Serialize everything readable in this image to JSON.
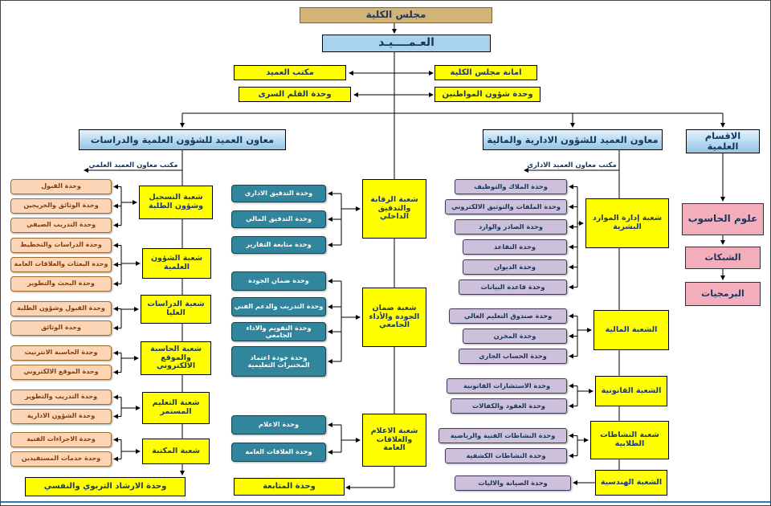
{
  "page": {
    "council": "مجلس الكلية",
    "dean": "العـمــــيـد",
    "dean_office": "مكتب العميد",
    "council_secretariat": "امانة مجلس الكلية",
    "confidential_registry": "وحدة القلم السرى",
    "citizens_affairs": "وحدة شؤون المواطنين",
    "scientific_assistant": "معاون العميد للشؤون العلمية والدراسات",
    "admin_assistant": "معاون العميد للشؤون الادارية والمالية",
    "departments_header": "الاقسام العلمية",
    "scientific_office_label": "مكتب معاون العميد العلمي",
    "admin_office_label": "مكتب معاون العميد الاداري"
  },
  "scientific": {
    "divisions": [
      "شعبة التسجيل وشؤون الطلبة",
      "شعبة الشؤون العلمية",
      "شعبة الدراسات العليا",
      "شعبة الحاسبة والموقع الالكتروني",
      "شعبة التعليم المستمر",
      "شعبة المكتبة"
    ],
    "units": [
      "وحدة القبول",
      "وحدة الوثائق والخريجين",
      "وحدة التدريب الصيفي",
      "وحدة الدراسات والتخطيط",
      "وحدة البعثات والعلاقات العامة",
      "وحدة البحث والتطوير",
      "وحدة القبول وشؤون الطلبة",
      "وحدة الوثائق",
      "وحدة الحاسبة الانترنيت",
      "وحدة الموقع الالكتروني",
      "وحدة التدريب والتطوير",
      "وحدة الشؤون الادارية",
      "وحدة الاجراءات الفنية",
      "وحدة خدمات المستفيدين"
    ],
    "guidance_unit": "وحدة الارشاد التربوي والنفسي"
  },
  "central": {
    "divisions": [
      "شعبة الرقابة والتدقيق الداخلي",
      "شعبة ضمان الجودة والأداء الجامعي",
      "شعبة الاعلام والعلاقات العامة"
    ],
    "units": [
      "وحدة التدقيق الاداري",
      "وحدة التدقيق المالي",
      "وحدة متابعة التقارير",
      "وحدة ضمان الجودة",
      "وحدة التدريب والدعم الفني",
      "وحدة التقويم والاداء الجامعي",
      "وحدة جودة اعتماد المختبرات التعليمية",
      "وحدة الاعلام",
      "وحدة العلاقات العامة"
    ],
    "follow_up_unit": "وحدة المتابعة"
  },
  "administrative": {
    "divisions": [
      "شعبة إدارة الموارد البشرية",
      "الشعبة المالية",
      "الشعبة القانونية",
      "شعبة النشاطات الطلابية",
      "الشعبة الهندسية"
    ],
    "units": [
      "وحدة الملاك والتوظيف",
      "وحدة الملفات والتوثيق الالكتروني",
      "وحدة الصادر والوارد",
      "وحدة التقاعد",
      "وحدة الديوان",
      "وحدة قاعدة البيانات",
      "وحدة صندوق التعليم العالي",
      "وحدة المخزن",
      "وحدة الحساب الجاري",
      "وحدة الاستشارات القانونية",
      "وحدة العقود والكفالات",
      "وحدة النشاطات الفنية والرياضية",
      "وحدة النشاطات الكشفية",
      "وحدة الصيانة والاليات"
    ]
  },
  "departments": [
    "علوم الحاسوب",
    "الشبكات",
    "البرمجيات"
  ],
  "colors": {
    "yellow": "#FFFF00",
    "teal": "#31859C",
    "peach": "#FBD5B5",
    "purple": "#CCC0DA",
    "pink": "#F4AEBB",
    "light_blue": "#A9D3EC",
    "tan": "#D2B478",
    "line": "#000000",
    "bottom_rule": "#2E74B5"
  }
}
